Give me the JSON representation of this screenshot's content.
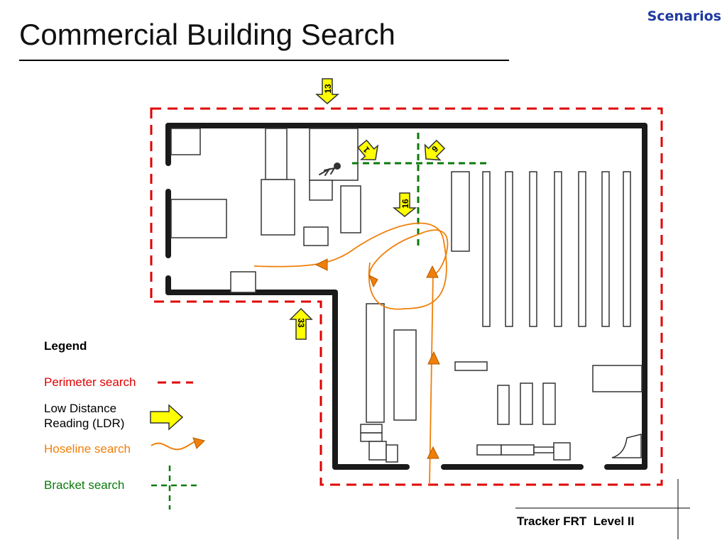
{
  "slide": {
    "corner_tag": "Scenarios",
    "title": "Commercial Building Search",
    "footer": "Tracker FRT  Level II"
  },
  "legend": {
    "title": "Legend",
    "perimeter": "Perimeter search",
    "ldr_line1": "Low Distance",
    "ldr_line2": "Reading (LDR)",
    "hoseline": "Hoseline search",
    "bracket": "Bracket search"
  },
  "ldr_markers": [
    {
      "label": "13"
    },
    {
      "label": "1"
    },
    {
      "label": "9"
    },
    {
      "label": "16"
    },
    {
      "label": "33"
    }
  ],
  "colors": {
    "perimeter": "#e00000",
    "hoseline": "#f07f09",
    "bracket": "#0a7a0a",
    "ldr_fill": "#ffff00",
    "corner_tag": "#1f3a9f"
  }
}
